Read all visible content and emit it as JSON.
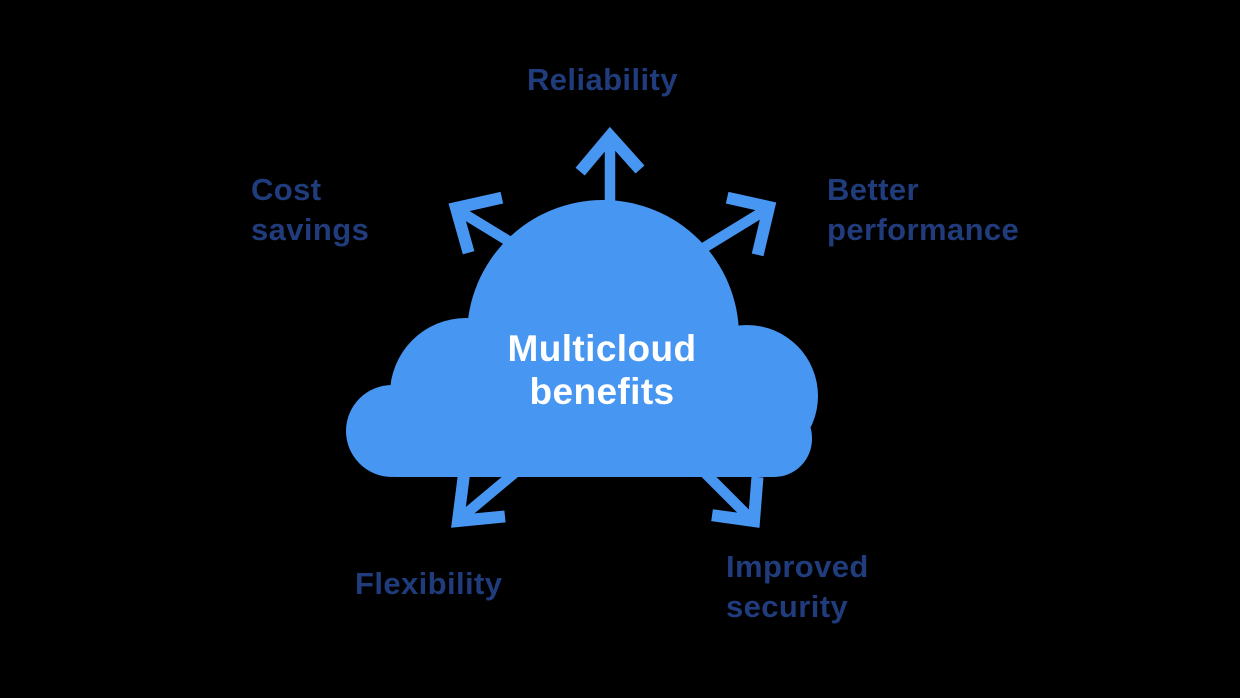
{
  "diagram": {
    "title": "Multicloud benefits",
    "center_label": "Multicloud\nbenefits",
    "benefits": [
      {
        "id": "reliability",
        "label": "Reliability",
        "position": "top",
        "arrow": "up"
      },
      {
        "id": "cost-savings",
        "label": "Cost\nsavings",
        "position": "top-left",
        "arrow": "up-left"
      },
      {
        "id": "better-performance",
        "label": "Better\nperformance",
        "position": "top-right",
        "arrow": "up-right"
      },
      {
        "id": "flexibility",
        "label": "Flexibility",
        "position": "bottom-left",
        "arrow": "down-left"
      },
      {
        "id": "improved-security",
        "label": "Improved\nsecurity",
        "position": "bottom-right",
        "arrow": "down-right"
      }
    ],
    "colors": {
      "background": "#000000",
      "cloud_blue": "#4796F2",
      "label_navy": "#203C7C",
      "center_text": "#FFFFFF"
    }
  }
}
